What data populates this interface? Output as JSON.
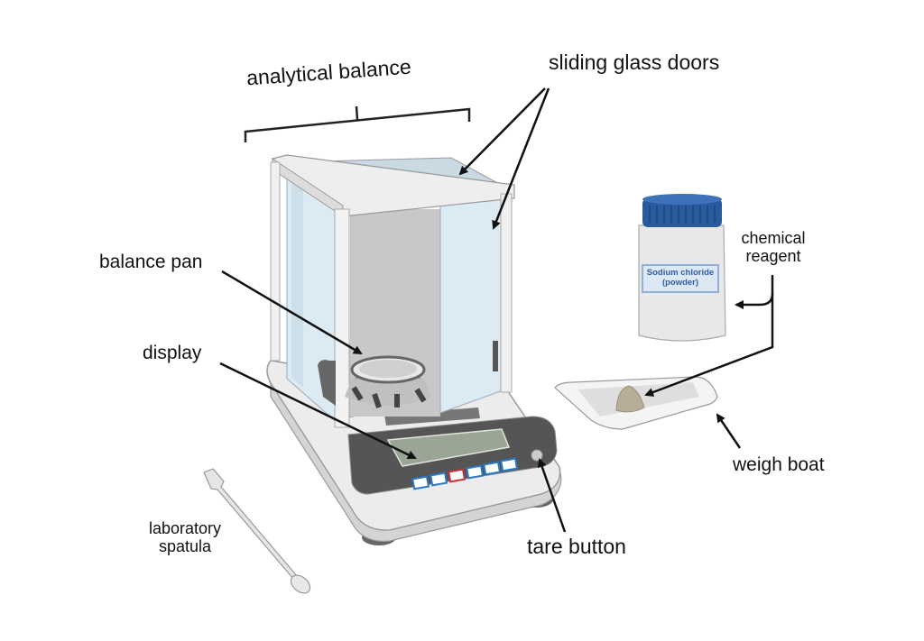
{
  "labels": {
    "analytical_balance": "analytical balance",
    "sliding_glass_doors": "sliding glass doors",
    "balance_pan": "balance pan",
    "display": "display",
    "chemical_reagent_line1": "chemical",
    "chemical_reagent_line2": "reagent",
    "weigh_boat": "weigh boat",
    "tare_button": "tare button",
    "laboratory_spatula_line1": "laboratory",
    "laboratory_spatula_line2": "spatula"
  },
  "reagent_jar": {
    "name": "Sodium chloride",
    "form": "(powder)"
  },
  "colors": {
    "jar_cap": "#2a5a9e",
    "jar_label_text": "#2f5fa8",
    "glass": "#dcebf3",
    "display_screen": "#9aa596",
    "key_blue": "#2a78c8",
    "key_red": "#c83040",
    "powder": "#b8ad98"
  }
}
